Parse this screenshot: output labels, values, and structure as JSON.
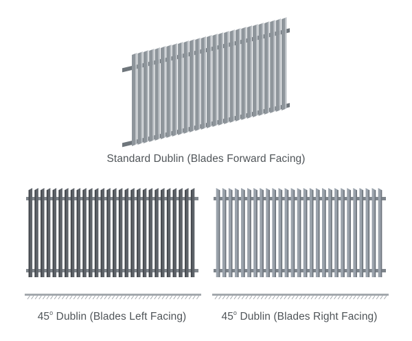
{
  "panels": [
    {
      "id": "standard",
      "caption": "Standard Dublin (Blades Forward Facing)",
      "blade_count": 27,
      "blade_color": "#8e959b",
      "blade_highlight": "#b9bec3",
      "rail_color": "#6f767c"
    },
    {
      "id": "left",
      "caption_number": "45",
      "caption_degree": "o",
      "caption_text": " Dublin (Blades Left Facing)",
      "blade_count": 28,
      "blade_color": "#5e6369",
      "blade_shadow": "#3f4348",
      "rail_color": "#80868c"
    },
    {
      "id": "right",
      "caption_number": "45",
      "caption_degree": "o",
      "caption_text": " Dublin (Blades Right Facing)",
      "blade_count": 27,
      "blade_color": "#9aa2ab",
      "blade_shadow": "#6c737b",
      "rail_color": "#7d848b"
    }
  ],
  "ground_color": "#a3a8ad"
}
